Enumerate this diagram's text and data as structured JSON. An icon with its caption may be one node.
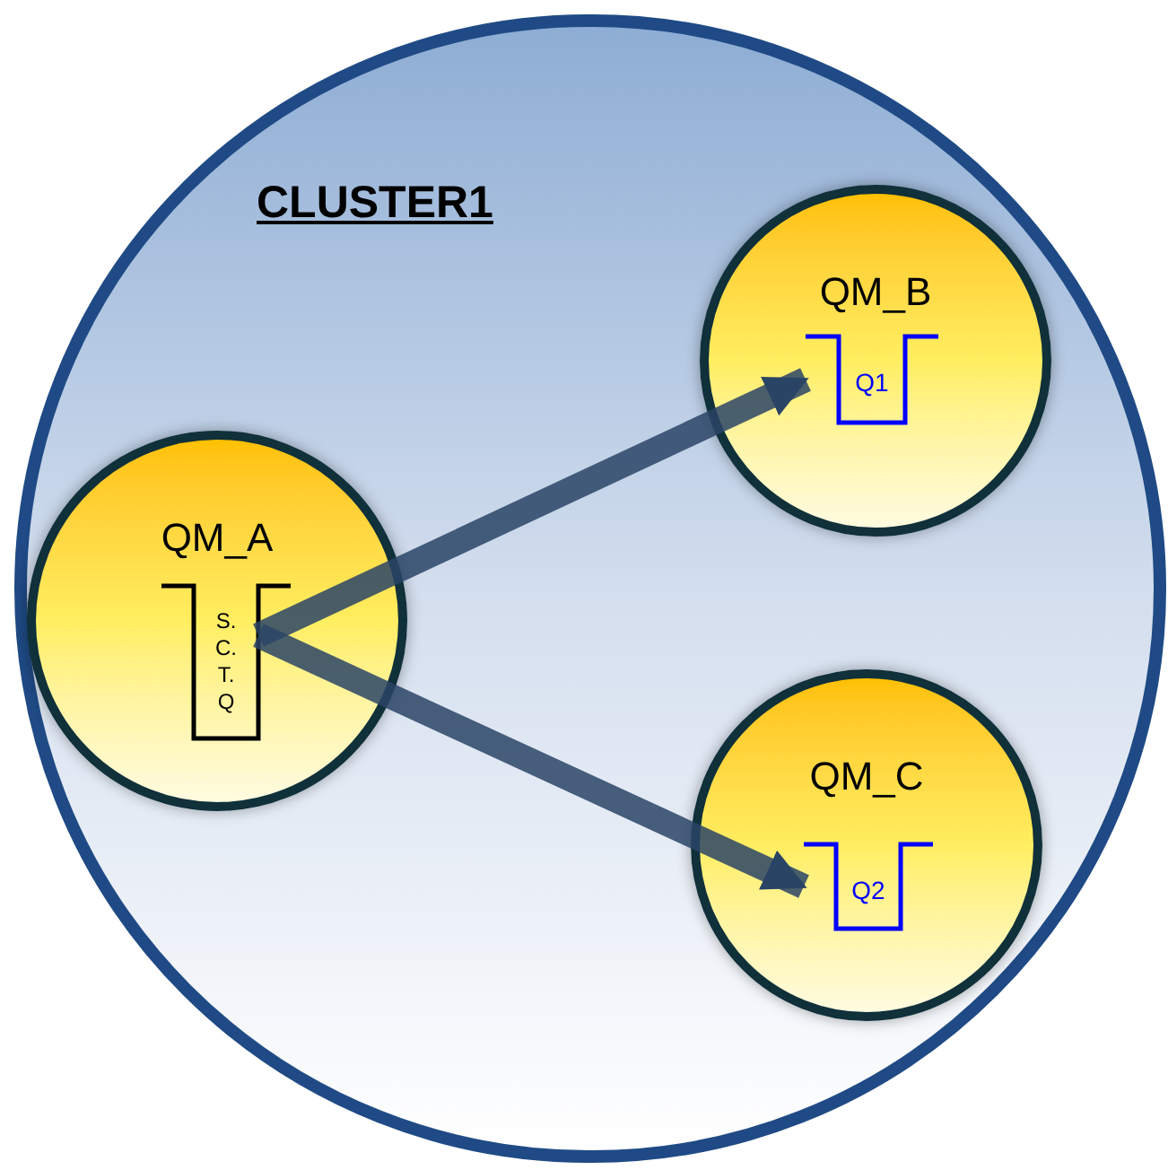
{
  "diagram": {
    "nodes": [
      {
        "text": [
          "CLUSTER1"
        ]
      },
      {
        "text": [
          "QM_A"
        ],
        "in": 0
      },
      {
        "text": [
          "S. C. T. Q"
        ],
        "in": 1
      },
      {
        "text": [
          "QM_B"
        ],
        "in": 0
      },
      {
        "text": [
          "Q1"
        ],
        "in": 3
      },
      {
        "text": [
          "QM_C"
        ],
        "in": 0
      },
      {
        "text": [
          "Q2"
        ],
        "in": 5
      }
    ],
    "edges": [
      {
        "from": 2,
        "to": 4,
        "arrow": "to"
      },
      {
        "from": 2,
        "to": 6,
        "arrow": "to"
      }
    ]
  }
}
